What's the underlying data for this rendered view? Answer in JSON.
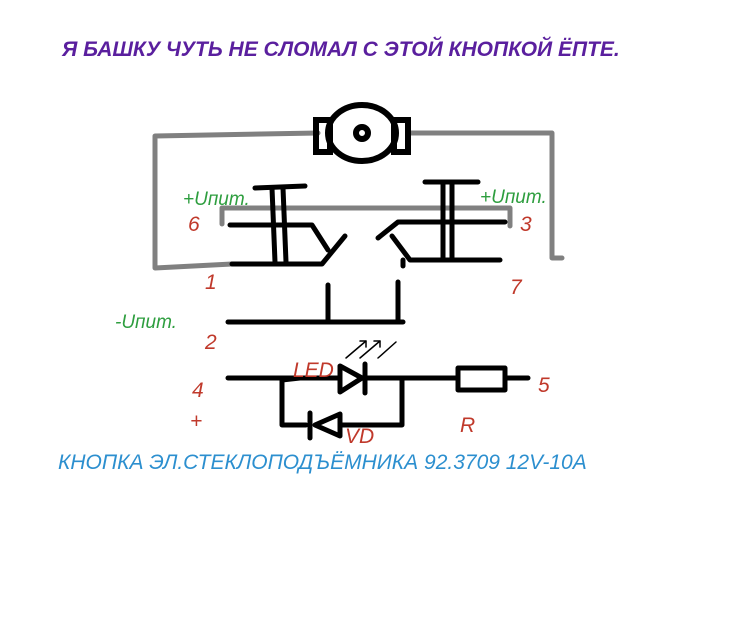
{
  "heading": "Я БАШКУ ЧУТЬ НЕ СЛОМАЛ С ЭТОЙ КНОПКОЙ ЁПТЕ.",
  "footer": "КНОПКА ЭЛ.СТЕКЛОПОДЪЁМНИКА 92.3709 12V-10A",
  "supply": {
    "plus_left": "+Uпит.",
    "plus_right": "+Uпит.",
    "minus": "-Uпит."
  },
  "pins": {
    "p6": "6",
    "p3": "3",
    "p1": "1",
    "p7": "7",
    "p2": "2",
    "p4": "4",
    "p5": "5"
  },
  "plus_sign": "+",
  "components": {
    "led": "LED",
    "diode": "VD",
    "resistor": "R"
  },
  "colors": {
    "heading": "#5a1f9e",
    "footer": "#2c8fcf",
    "pin_label": "#c0392b",
    "supply_label": "#2e9e3f",
    "wire": "#000000",
    "outer_loop": "#808080"
  }
}
